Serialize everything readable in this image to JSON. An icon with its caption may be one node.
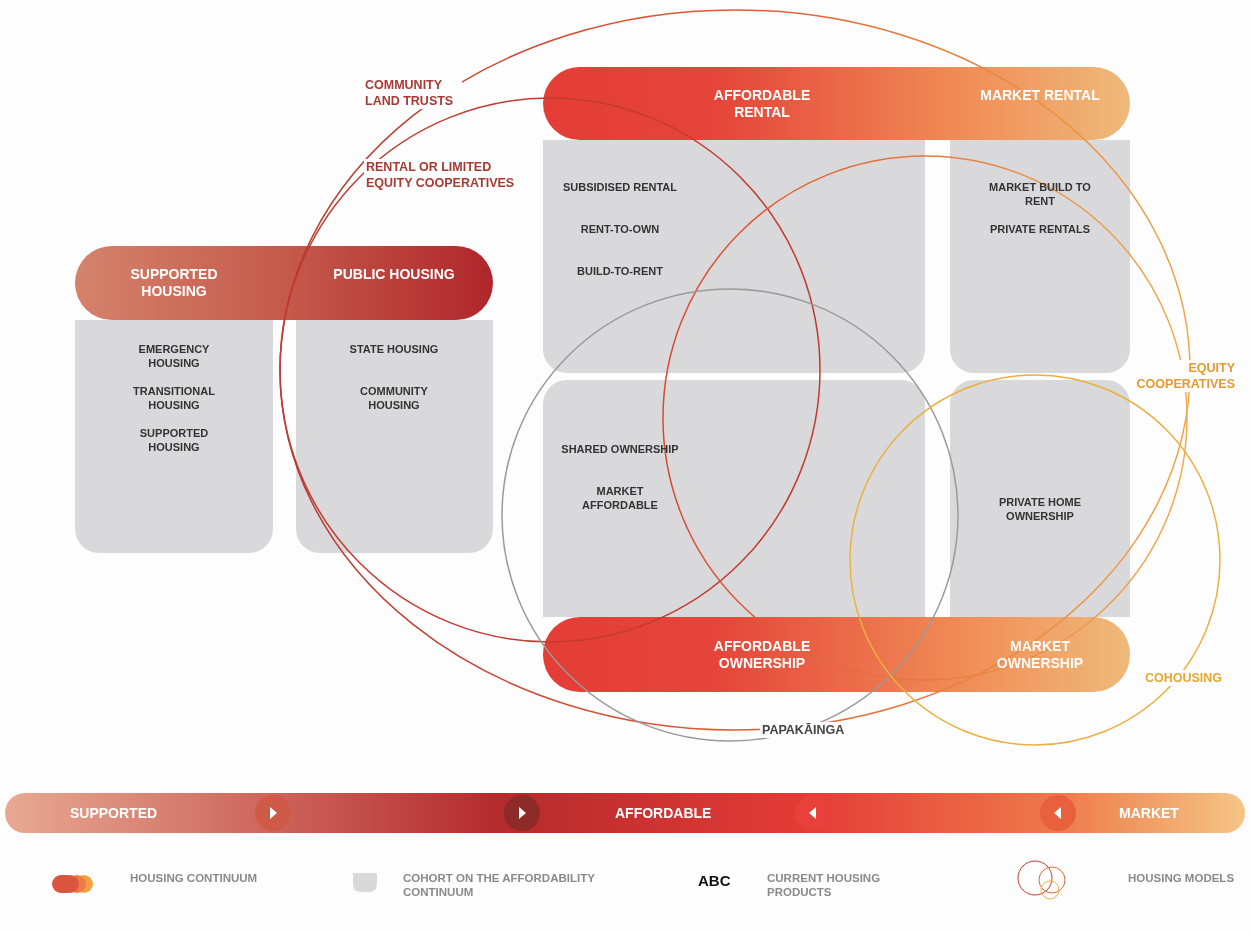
{
  "diagram": {
    "nodes": [
      {
        "text": [
          "SUPPORTED HOUSING",
          "PUBLIC HOUSING"
        ]
      },
      {
        "text": [
          "EMERGENCY HOUSING",
          "TRANSITIONAL HOUSING",
          "SUPPORTED HOUSING"
        ]
      },
      {
        "text": [
          "STATE HOUSING",
          "COMMUNITY HOUSING"
        ]
      },
      {
        "text": [
          "AFFORDABLE RENTAL",
          "MARKET RENTAL"
        ]
      },
      {
        "text": [
          "SUBSIDISED RENTAL",
          "RENT-TO-OWN",
          "BUILD-TO-RENT"
        ]
      },
      {
        "text": [
          "MARKET BUILD TO RENT",
          "PRIVATE RENTALS"
        ]
      },
      {
        "text": [
          "SHARED OWNERSHIP",
          "MARKET AFFORDABLE"
        ]
      },
      {
        "text": [
          "PRIVATE HOME OWNERSHIP"
        ]
      },
      {
        "text": [
          "AFFORDABLE OWNERSHIP",
          "MARKET OWNERSHIP"
        ]
      }
    ],
    "labels": [
      "COMMUNITY LAND TRUSTS",
      "RENTAL OR LIMITED EQUITY COOPERATIVES",
      "EQUITY COOPERATIVES",
      "COHOUSING",
      "PAPAKĀINGA",
      "SUPPORTED",
      "AFFORDABLE",
      "MARKET",
      "ABC"
    ],
    "legend": [
      {
        "text": "HOUSING CONTINUUM"
      },
      {
        "text": "COHORT ON THE AFFORDABILITY CONTINUUM",
        "color": "#d9d9db"
      },
      {
        "text": "CURRENT HOUSING PRODUCTS"
      },
      {
        "text": "HOUSING MODELS"
      }
    ]
  }
}
